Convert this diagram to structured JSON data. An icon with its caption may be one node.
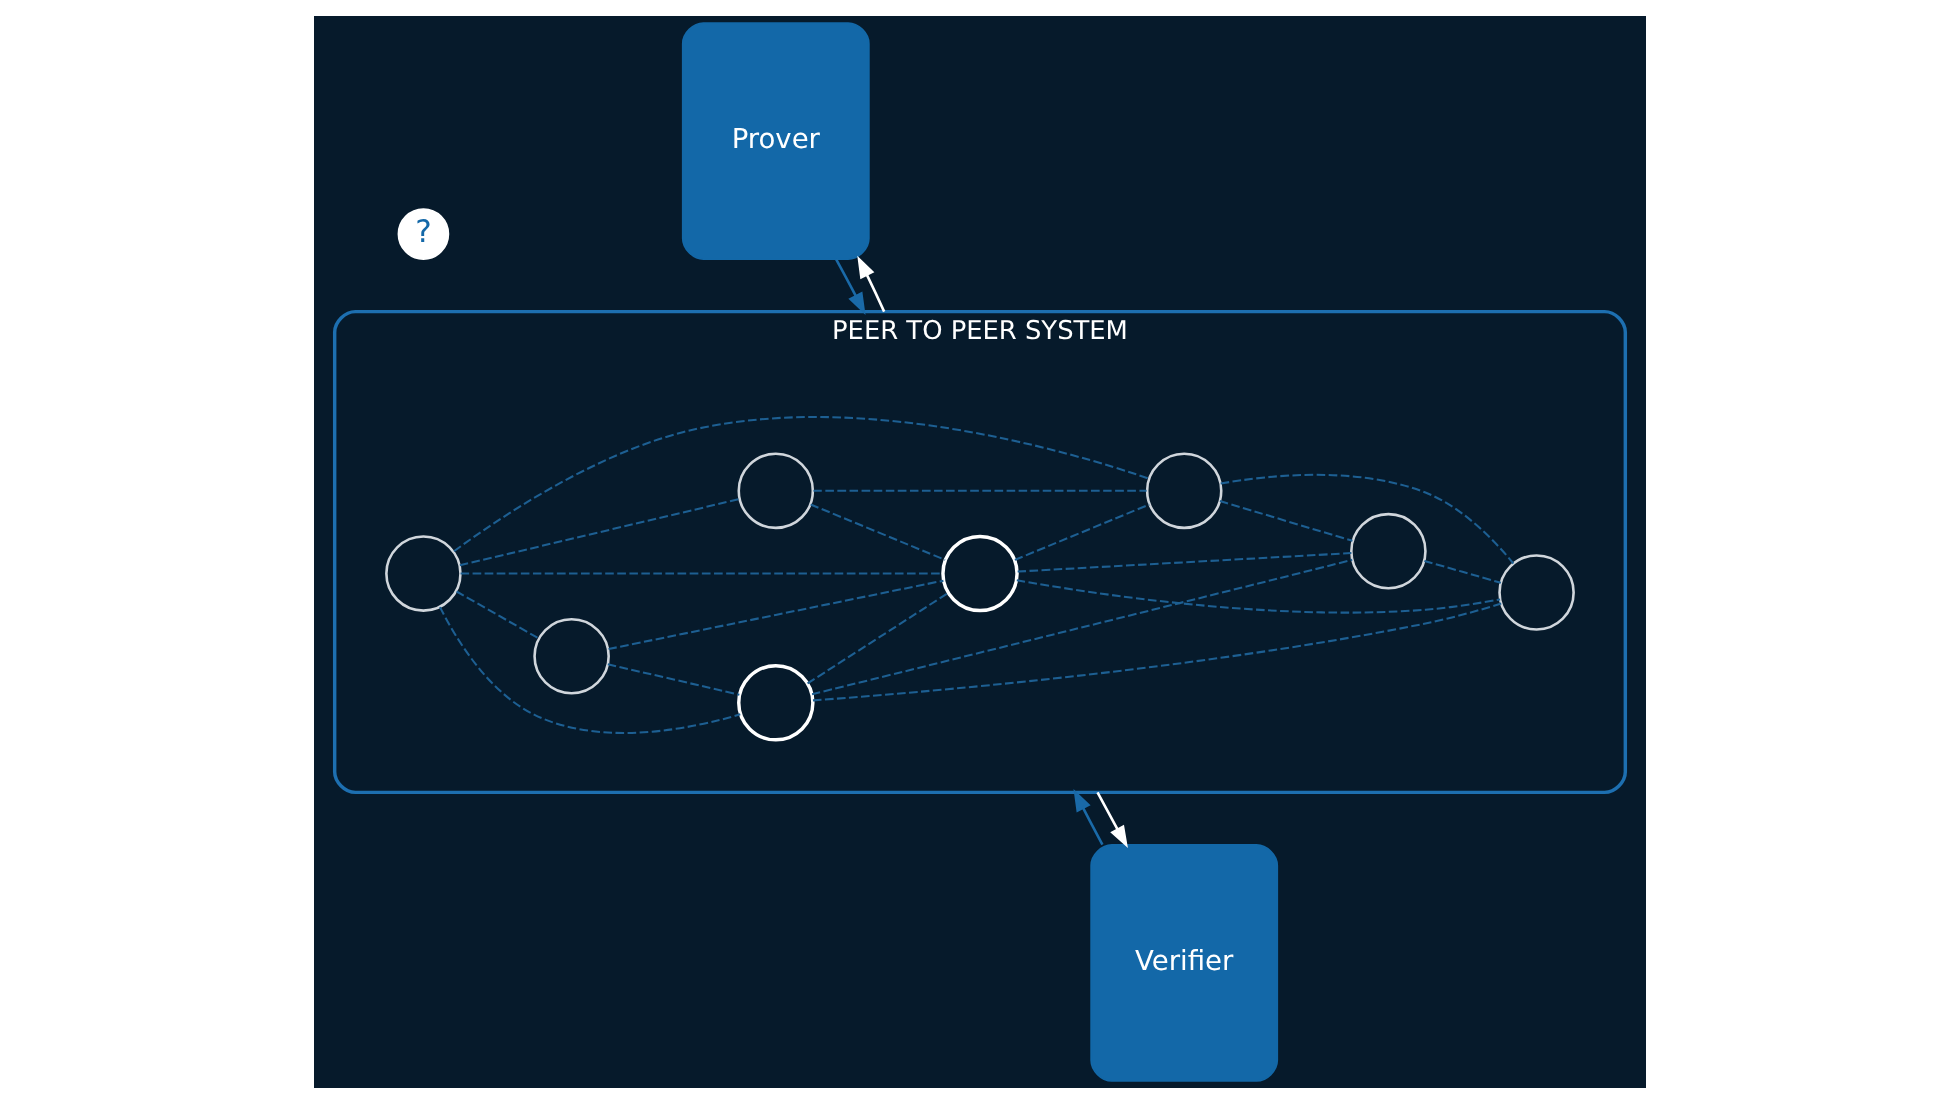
{
  "diagram": {
    "nodes": [
      {
        "text": [
          "Prover"
        ]
      },
      {
        "text": [
          "PEER TO PEER SYSTEM"
        ]
      },
      {
        "text": [
          "Verifier"
        ]
      },
      {
        "text": [],
        "shape": "person",
        "in": 1
      },
      {
        "text": [],
        "shape": "person",
        "in": 1
      },
      {
        "text": [],
        "shape": "bank",
        "in": 1
      },
      {
        "text": [],
        "shape": "person",
        "in": 1
      },
      {
        "text": [],
        "shape": "bank",
        "in": 1
      },
      {
        "text": [],
        "shape": "person",
        "in": 1
      },
      {
        "text": [],
        "shape": "person",
        "in": 1
      },
      {
        "text": [],
        "shape": "person",
        "in": 1
      }
    ],
    "edges": [
      {
        "from": 0,
        "to": 1,
        "arrow": "to",
        "color": "#1a6aa8"
      },
      {
        "from": 1,
        "to": 0,
        "arrow": "to",
        "color": "#ffffff"
      },
      {
        "from": 2,
        "to": 1,
        "arrow": "to",
        "color": "#1a6aa8"
      },
      {
        "from": 1,
        "to": 2,
        "arrow": "to",
        "color": "#ffffff"
      },
      {
        "from": 3,
        "to": 4,
        "arrow": "none",
        "style": "dashed"
      },
      {
        "from": 3,
        "to": 5,
        "arrow": "none",
        "style": "dashed"
      },
      {
        "from": 3,
        "to": 6,
        "arrow": "none",
        "style": "dashed"
      },
      {
        "from": 3,
        "to": 7,
        "arrow": "none",
        "style": "dashed"
      },
      {
        "from": 3,
        "to": 8,
        "arrow": "none",
        "style": "dashed"
      },
      {
        "from": 4,
        "to": 5,
        "arrow": "none",
        "style": "dashed"
      },
      {
        "from": 4,
        "to": 7,
        "arrow": "none",
        "style": "dashed"
      },
      {
        "from": 5,
        "to": 7,
        "arrow": "none",
        "style": "dashed"
      },
      {
        "from": 5,
        "to": 9,
        "arrow": "none",
        "style": "dashed"
      },
      {
        "from": 5,
        "to": 10,
        "arrow": "none",
        "style": "dashed"
      },
      {
        "from": 6,
        "to": 7,
        "arrow": "none",
        "style": "dashed"
      },
      {
        "from": 6,
        "to": 8,
        "arrow": "none",
        "style": "dashed"
      },
      {
        "from": 7,
        "to": 8,
        "arrow": "none",
        "style": "dashed"
      },
      {
        "from": 7,
        "to": 9,
        "arrow": "none",
        "style": "dashed"
      },
      {
        "from": 7,
        "to": 10,
        "arrow": "none",
        "style": "dashed"
      },
      {
        "from": 8,
        "to": 9,
        "arrow": "none",
        "style": "dashed"
      },
      {
        "from": 8,
        "to": 10,
        "arrow": "none",
        "style": "dashed"
      },
      {
        "from": 10,
        "to": 9,
        "arrow": "none",
        "style": "dashed"
      }
    ],
    "labels": [
      "?"
    ]
  }
}
